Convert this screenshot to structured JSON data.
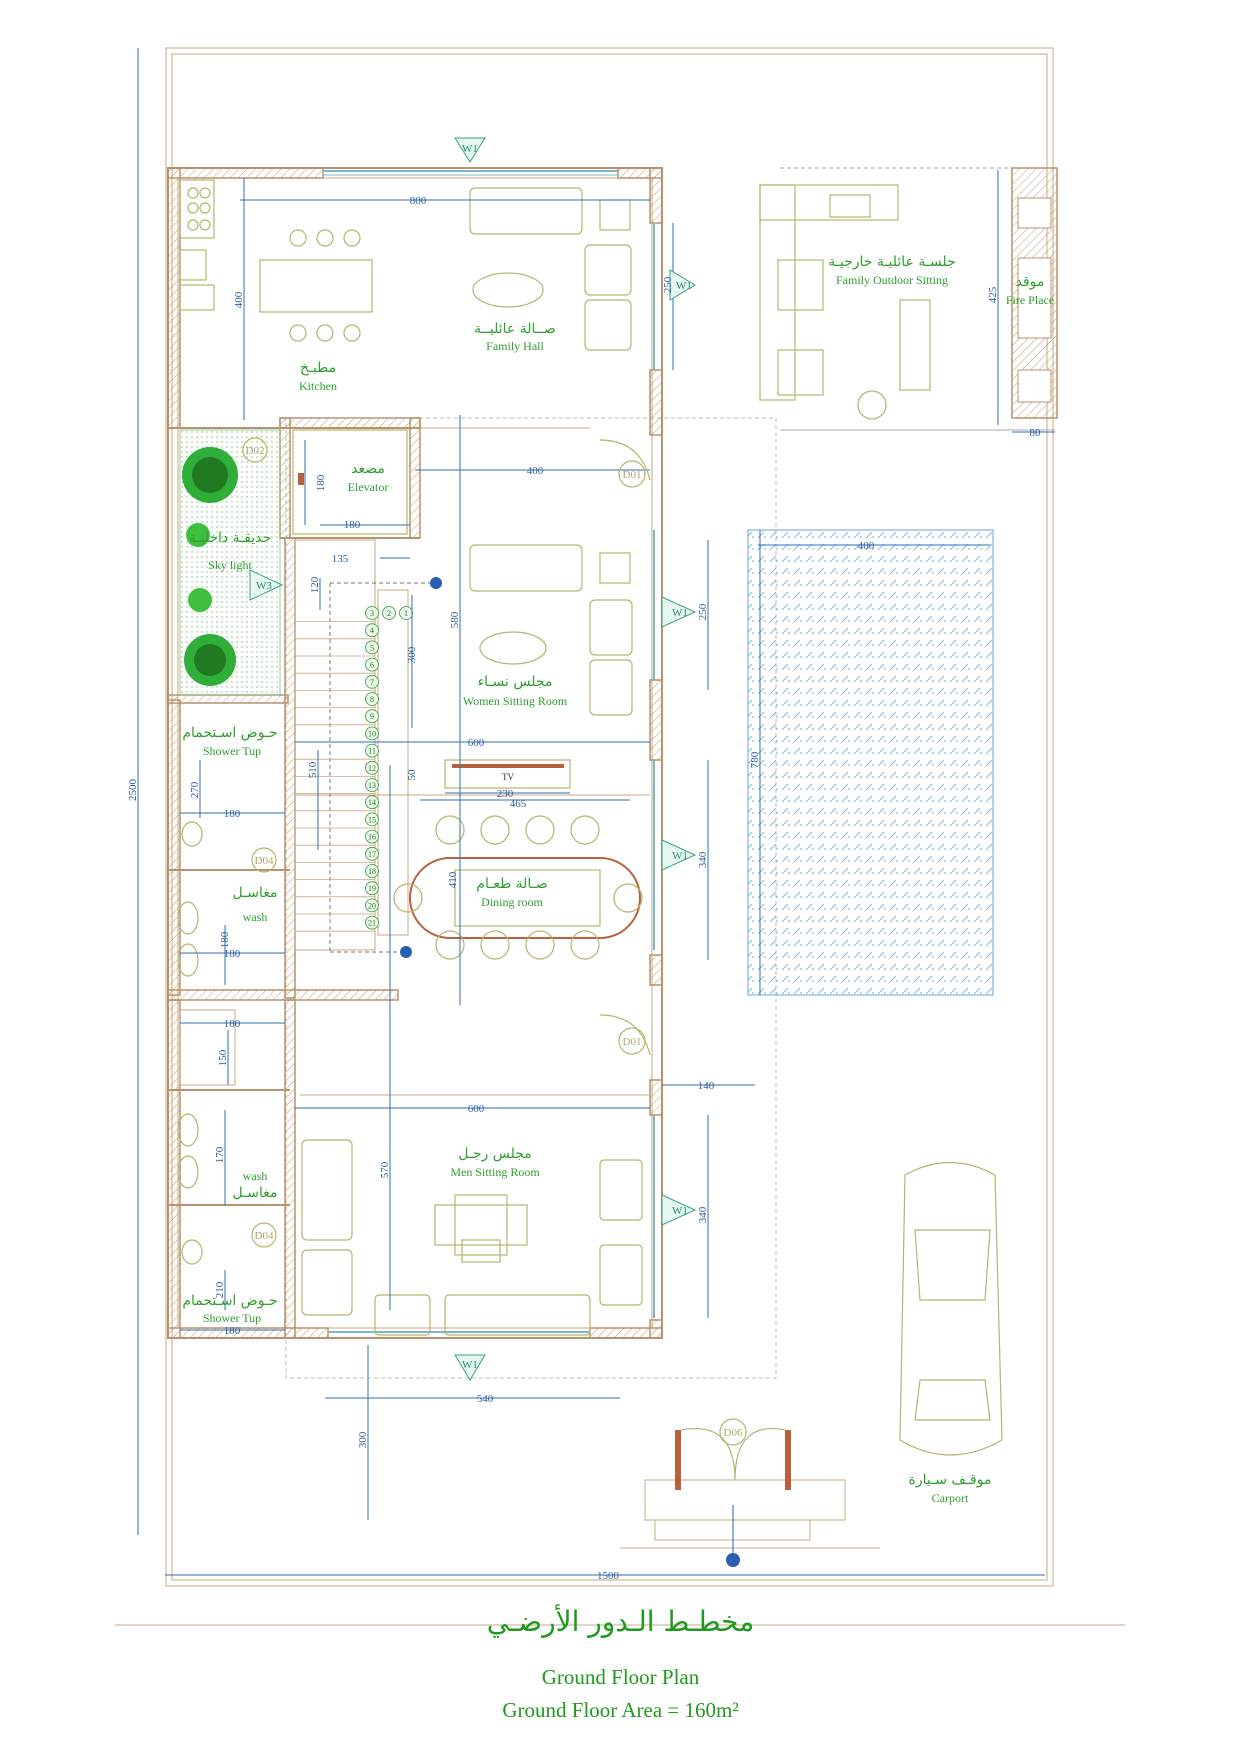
{
  "rooms": {
    "family_hall": {
      "ar": "صــالة عائليــة",
      "en": "Family Hall"
    },
    "kitchen": {
      "ar": "مطبـخ",
      "en": "Kitchen"
    },
    "elevator": {
      "ar": "مصعد",
      "en": "Elevator"
    },
    "skylight": {
      "ar": "حديقـة داخليـة",
      "en": "Sky light"
    },
    "women": {
      "ar": "مجلس نسـاء",
      "en": "Women Sitting Room"
    },
    "dining": {
      "ar": "صـالة طعـام",
      "en": "Dining room"
    },
    "men": {
      "ar": "مجلس رجـل",
      "en": "Men Sitting Room"
    },
    "shower_top": {
      "ar": "حـوض اسـتحمام",
      "en": "Shower Tup"
    },
    "wash_top": {
      "ar": "مغاسـل",
      "en": "wash"
    },
    "wash_bottom": {
      "ar": "مغاسـل",
      "en": "wash"
    },
    "shower_bottom": {
      "ar": "حـوض اسـتحمام",
      "en": "Shower Tup"
    },
    "outdoor": {
      "ar": "جلسـة عائليـة خارجيـة",
      "en": "Family Outdoor Sitting"
    },
    "fireplace": {
      "ar": "موقد",
      "en": "Fire Place"
    },
    "carport": {
      "ar": "موقـف سـيارة",
      "en": "Carport"
    },
    "tv": "TV"
  },
  "dimensions": {
    "d800": "800",
    "d400a": "400",
    "d400b": "400",
    "d400c": "400",
    "d180a": "180",
    "d180b": "180",
    "d180c": "180",
    "d180d": "180",
    "d180e": "180",
    "d180f": "180",
    "d180g": "180",
    "d135": "135",
    "d120": "120",
    "d300a": "300",
    "d580": "580",
    "d600a": "600",
    "d600b": "600",
    "d50": "50",
    "d510": "510",
    "d230": "230",
    "d465": "465",
    "d410": "410",
    "d570": "570",
    "d540": "540",
    "d300b": "300",
    "d2500": "2500",
    "d1500": "1500",
    "d780": "780",
    "d250": "250",
    "d340a": "340",
    "d340b": "340",
    "d140": "140",
    "d425": "425",
    "d80": "80",
    "d270": "270",
    "d150": "150",
    "d170": "170",
    "d210": "210",
    "d250b": "250"
  },
  "windows": {
    "w1": "W1",
    "w3": "W3"
  },
  "doors": {
    "d01": "D01",
    "d02": "D02",
    "d04": "D04",
    "d06": "D06"
  },
  "stairs": [
    "1",
    "2",
    "3",
    "4",
    "5",
    "6",
    "7",
    "8",
    "9",
    "10",
    "11",
    "12",
    "13",
    "14",
    "15",
    "16",
    "17",
    "18",
    "19",
    "20",
    "21"
  ],
  "titles": {
    "ar": "مخطـط الـدور الأرضـي",
    "en": "Ground Floor Plan",
    "area": "Ground Floor Area = 160m²"
  },
  "colors": {
    "wall": "#b8926a",
    "text": "#2e9e2e",
    "dimension": "#2f6fb5",
    "furniture": "#b9b36b"
  }
}
